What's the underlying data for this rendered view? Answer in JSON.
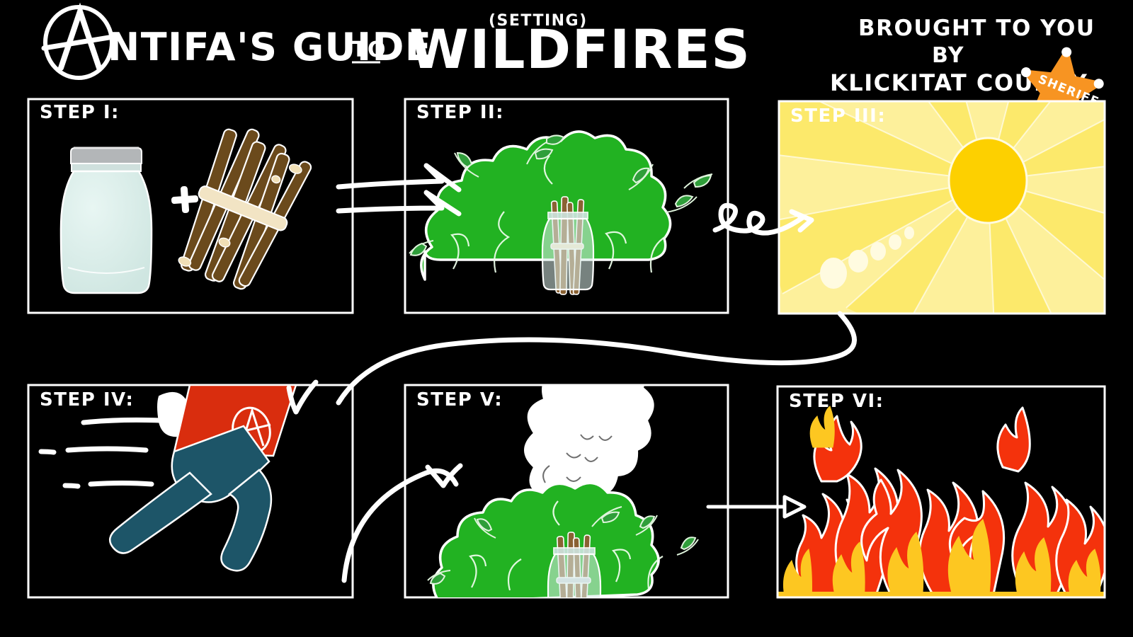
{
  "poster": {
    "background_color": "#000000",
    "ink_color": "#ffffff",
    "title_main": "NTIFA'S GUIDE",
    "title_anarchy_letter": "A",
    "title_connector": "TO",
    "title_subject": "WILDFIRES",
    "title_parenthetical": "(SETTING)",
    "credit_line_1": "BROUGHT TO YOU",
    "credit_line_2": "BY",
    "credit_line_3": "KLICKITAT COUNTY",
    "badge_label": "SHERIFF",
    "badge_color": "#f79422"
  },
  "panels": [
    {
      "id": "step-1",
      "label": "STEP I:",
      "contents": "mason jar plus bundle of sticks",
      "plus_sign": "+",
      "jar_glass_color": "#d8ece8",
      "jar_lid_color": "#b3b6b8",
      "stick_color": "#6b4a1c",
      "twine_color": "#f2e4c4"
    },
    {
      "id": "step-2",
      "label": "STEP II:",
      "contents": "jar of sticks placed inside green bush",
      "bush_color": "#22b222",
      "leaf_outline_color": "#ffffff"
    },
    {
      "id": "step-3",
      "label": "STEP III:",
      "contents": "bright sun with radiating rays and magnified light dots",
      "sun_disc_color": "#fdd000",
      "ray_color_light": "#fdf1a0",
      "ray_color_dark": "#fce96b",
      "background_color": "#fdf09b",
      "dot_color": "#fffbe0"
    },
    {
      "id": "step-4",
      "label": "STEP IV:",
      "contents": "person running away with anarchy symbol on shirt",
      "shirt_color": "#d92d0e",
      "pants_color": "#1d5568",
      "skin_color": "#ffffff",
      "motion_lines": 3
    },
    {
      "id": "step-5",
      "label": "STEP V:",
      "contents": "bush smoldering with white smoke column rising",
      "smoke_color": "#ffffff",
      "bush_color": "#22b222"
    },
    {
      "id": "step-6",
      "label": "STEP VI:",
      "contents": "full wildfire of red and yellow flames",
      "flame_red": "#f4320c",
      "flame_yellow": "#fdc721"
    }
  ],
  "arrows": [
    {
      "id": "arrow-1-to-2",
      "style": "double-line-chevron",
      "from": "step-1",
      "to": "step-2"
    },
    {
      "id": "arrow-2-to-3",
      "style": "looping-curl",
      "from": "step-2",
      "to": "step-3"
    },
    {
      "id": "arrow-3-to-4",
      "style": "long-s-curve",
      "from": "step-3",
      "to": "step-4"
    },
    {
      "id": "arrow-4-to-5",
      "style": "arc-over",
      "from": "step-4",
      "to": "step-5"
    },
    {
      "id": "arrow-5-to-6",
      "style": "straight-hollow-head",
      "from": "step-5",
      "to": "step-6"
    }
  ]
}
